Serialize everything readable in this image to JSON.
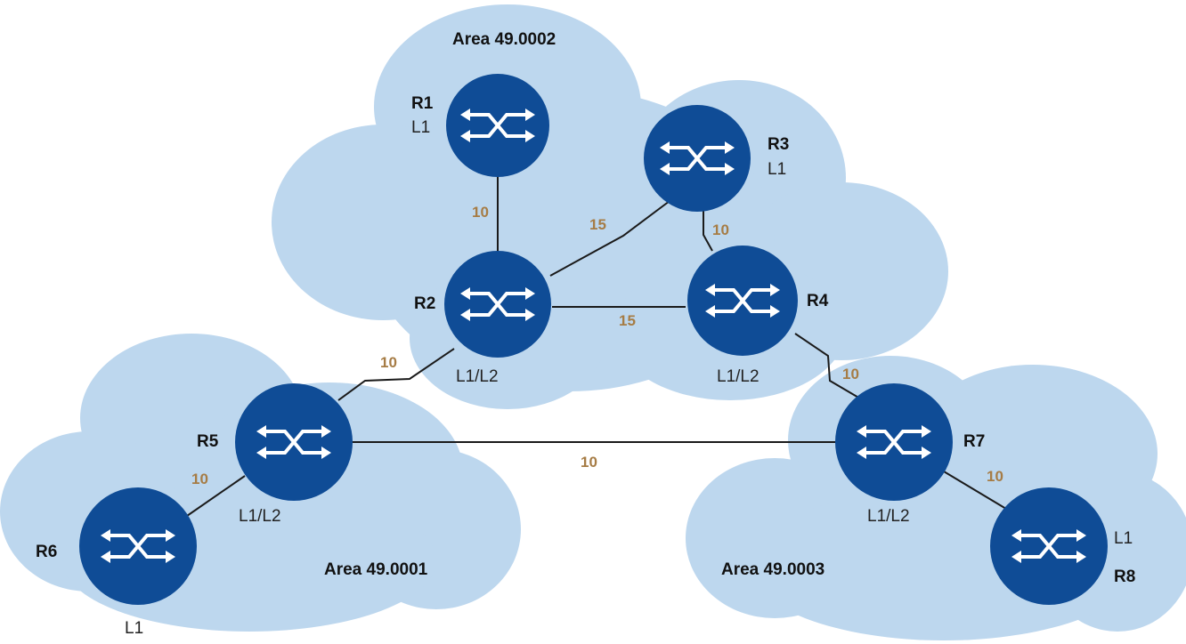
{
  "colors": {
    "cloud": "#bdd7ee",
    "router": "#0f4c96",
    "router_arrows": "#ffffff",
    "metric": "#a67c45",
    "link": "#1a1a1a"
  },
  "areas": {
    "area2": "Area 49.0002",
    "area1": "Area 49.0001",
    "area3": "Area 49.0003"
  },
  "routers": {
    "r1": {
      "name": "R1",
      "level": "L1",
      "icon": "router-icon"
    },
    "r2": {
      "name": "R2",
      "level": "L1/L2",
      "icon": "router-icon"
    },
    "r3": {
      "name": "R3",
      "level": "L1",
      "icon": "router-icon"
    },
    "r4": {
      "name": "R4",
      "level": "L1/L2",
      "icon": "router-icon"
    },
    "r5": {
      "name": "R5",
      "level": "L1/L2",
      "icon": "router-icon"
    },
    "r6": {
      "name": "R6",
      "level": "L1",
      "icon": "router-icon"
    },
    "r7": {
      "name": "R7",
      "level": "L1/L2",
      "icon": "router-icon"
    },
    "r8": {
      "name": "R8",
      "level": "L1",
      "icon": "router-icon"
    }
  },
  "links": {
    "r1_r2": {
      "metric": "10"
    },
    "r2_r3": {
      "metric": "15"
    },
    "r3_r4": {
      "metric": "10"
    },
    "r2_r4": {
      "metric": "15"
    },
    "r2_r5": {
      "metric": "10"
    },
    "r4_r7": {
      "metric": "10"
    },
    "r5_r7": {
      "metric": "10"
    },
    "r5_r6": {
      "metric": "10"
    },
    "r7_r8": {
      "metric": "10"
    }
  }
}
